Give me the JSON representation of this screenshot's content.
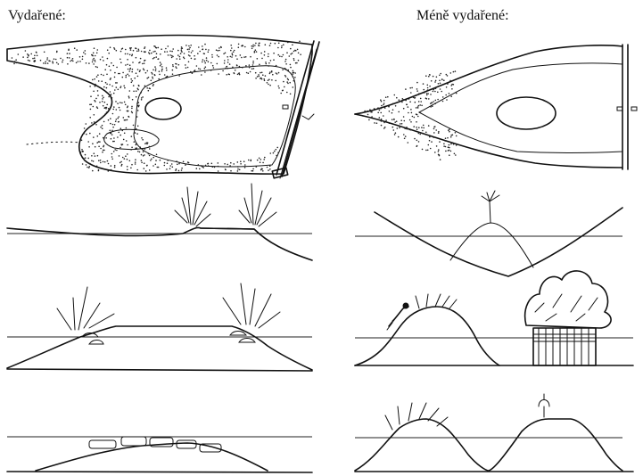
{
  "headings": {
    "left": "Vydařené:",
    "right": "Méně vydařené:"
  },
  "panels": [
    {
      "id": "plan-good",
      "column": "left",
      "kind": "plan view: dotted shallow margins, island, dam"
    },
    {
      "id": "plan-poor",
      "column": "right",
      "kind": "plan view: narrow shallow zone, island, dam"
    },
    {
      "id": "section-1-good",
      "column": "left",
      "kind": "flat shore section with shrubs"
    },
    {
      "id": "section-1-poor",
      "column": "right",
      "kind": "V-shaped basin with tall conical island"
    },
    {
      "id": "section-2-good",
      "column": "left",
      "kind": "flat-topped island with stones and shrubs"
    },
    {
      "id": "section-2-poor",
      "column": "right",
      "kind": "steep island with figure, fenced planted island"
    },
    {
      "id": "section-3-good",
      "column": "left",
      "kind": "low island with flat stones"
    },
    {
      "id": "section-3-poor",
      "column": "right",
      "kind": "two steep mounds"
    }
  ]
}
